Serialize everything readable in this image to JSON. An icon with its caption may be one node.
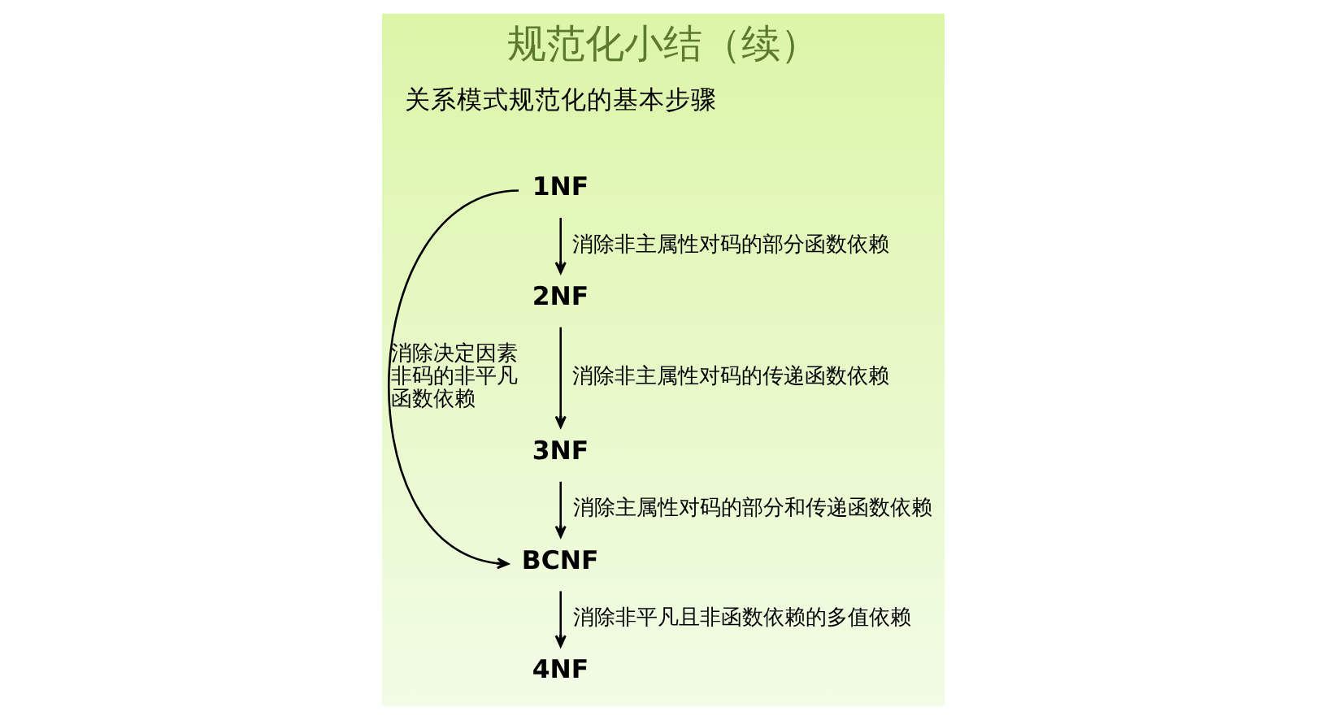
{
  "diagram": {
    "title": "规范化小结（续）",
    "nodes": [
      {
        "text": [
          "1NF"
        ]
      },
      {
        "text": [
          "2NF"
        ]
      },
      {
        "text": [
          "3NF"
        ]
      },
      {
        "text": [
          "BCNF"
        ]
      },
      {
        "text": [
          "4NF"
        ]
      }
    ],
    "edges": [
      {
        "from": 0,
        "to": 3,
        "arrow": "to",
        "label": "消除决定因素非码的非平凡函数依赖"
      },
      {
        "from": 0,
        "to": 1,
        "arrow": "to",
        "label": "消除非主属性对码的部分函数依赖"
      },
      {
        "from": 1,
        "to": 2,
        "arrow": "to",
        "label": "消除非主属性对码的传递函数依赖"
      },
      {
        "from": 2,
        "to": 3,
        "arrow": "to",
        "label": "消除主属性对码的部分和传递函数依赖"
      },
      {
        "from": 3,
        "to": 4,
        "arrow": "to",
        "label": "消除非平凡且非函数依赖的多值依赖"
      }
    ],
    "labels": [
      "关系模式规范化的基本步骤"
    ]
  }
}
